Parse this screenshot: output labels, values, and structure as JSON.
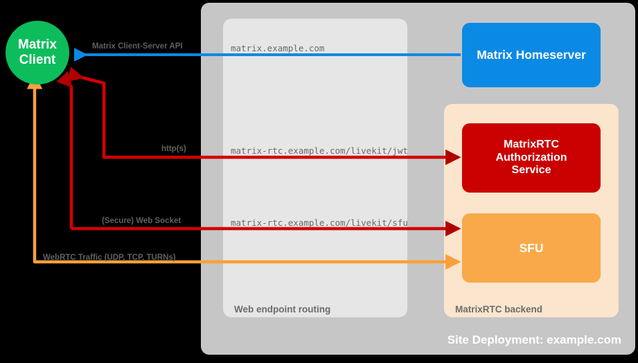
{
  "diagram": {
    "title": "Site Deployment: example.com",
    "nodes": {
      "matrix_client": {
        "label": "Matrix\nClient",
        "color": "#0dbd5b",
        "shape": "circle"
      },
      "homeserver": {
        "label": "Matrix Homeserver",
        "color": "#0b8ae5",
        "shape": "rounded-rect"
      },
      "auth_service": {
        "label": "MatrixRTC\nAuthorization\nService",
        "color": "#ca0000",
        "shape": "rounded-rect"
      },
      "sfu": {
        "label": "SFU",
        "color": "#f9a94a",
        "shape": "rounded-rect"
      }
    },
    "groups": {
      "site_deployment": {
        "label": "Site Deployment: example.com",
        "color": "#c6c6c6"
      },
      "web_endpoint_routing": {
        "label": "Web endpoint routing",
        "color": "#e6e6e6"
      },
      "matrixrtc_backend": {
        "label": "MatrixRTC backend",
        "color": "#fce5cd"
      }
    },
    "edges": [
      {
        "id": "cs-api",
        "label": "Matrix Client-Server API",
        "endpoint": "matrix.example.com",
        "color": "#0b8ae5",
        "direction": "homeserver-to-client"
      },
      {
        "id": "jwt",
        "label": "http(s)",
        "endpoint": "matrix-rtc.example.com/livekit/jwt",
        "color": "#d40000",
        "direction": "bidirectional"
      },
      {
        "id": "websocket",
        "label": "(Secure) Web Socket",
        "endpoint": "matrix-rtc.example.com/livekit/sfu",
        "color": "#d40000",
        "direction": "bidirectional"
      },
      {
        "id": "webrtc",
        "label": "WebRTC Traffic (UDP, TCP, TURNs)",
        "endpoint": "",
        "color": "#f9a03c",
        "direction": "bidirectional"
      }
    ]
  }
}
